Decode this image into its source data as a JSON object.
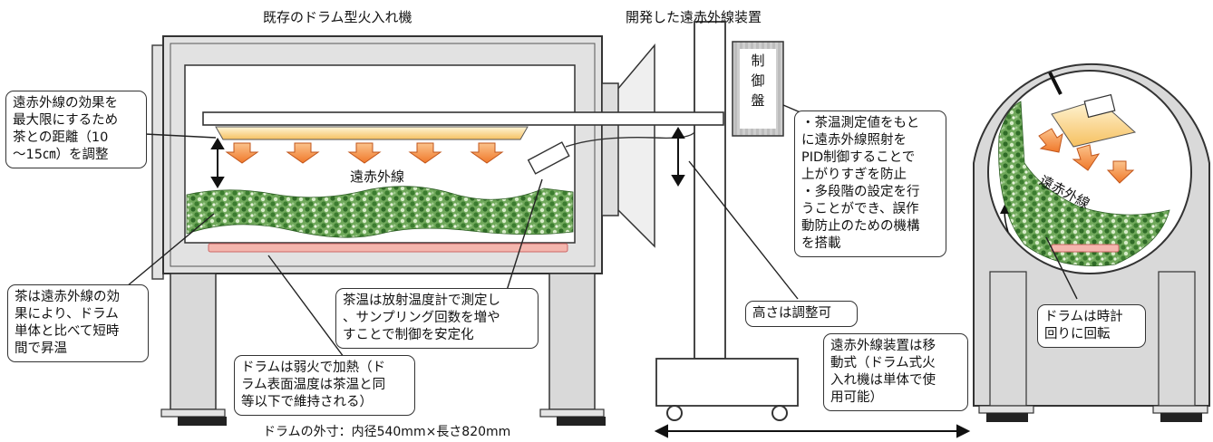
{
  "titles": {
    "existing": "既存のドラム型火入れ機",
    "developed": "開発した遠赤外線装置"
  },
  "control_panel": [
    "制",
    "御",
    "盤"
  ],
  "labels": {
    "far_infrared_main": "遠赤外線",
    "far_infrared_side": "遠赤外線",
    "dimensions": "ドラムの外寸：内径540mm×長さ820mm"
  },
  "callouts": {
    "distance": [
      "遠赤外線の効果を",
      "最大限にするため",
      "茶との距離（10",
      "～15㎝）を調整"
    ],
    "tea_heating": [
      "茶は遠赤外線の効",
      "果により、ドラム",
      "単体と比べて短時",
      "間で昇温"
    ],
    "drum_heat": [
      "ドラムは弱火で加熱（ド",
      "ラム表面温度は茶温と同",
      "等以下で維持される）"
    ],
    "tea_temp": [
      "茶温は放射温度計で測定し",
      "、サンプリング回数を増や",
      "すことで制御を安定化"
    ],
    "pid": [
      "・茶温測定値をもと",
      "に遠赤外線照射を",
      "PID制御することで",
      "上がりすぎを防止",
      "・多段階の設定を行",
      "うことができ、誤作",
      "動防止のための機構",
      "を搭載"
    ],
    "height": [
      "高さは調整可"
    ],
    "mobile": [
      "遠赤外線装置は移",
      "動式（ドラム式火",
      "入れ機は単体で使",
      "用可能）"
    ],
    "rotation": [
      "ドラムは時計",
      "回りに回転"
    ]
  },
  "colors": {
    "arrow": "#f07a2a",
    "lamp": "#ffd88a",
    "heater": "#f4b6ae",
    "tea": "#4a8a3a",
    "frame": "#d9d9d9"
  }
}
